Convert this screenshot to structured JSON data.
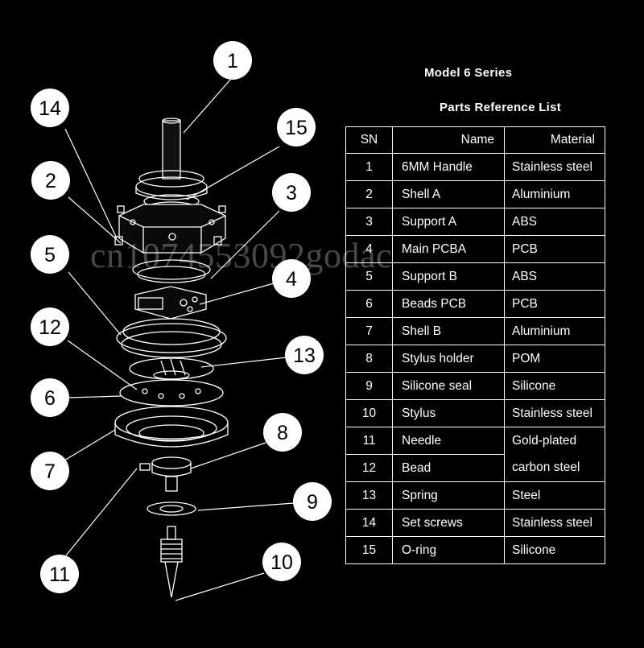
{
  "header": {
    "series_title": "Model 6 Series",
    "list_title": "Parts Reference List"
  },
  "table": {
    "columns": [
      "SN",
      "Name",
      "Material"
    ],
    "rows": [
      {
        "sn": "1",
        "name": "6MM Handle",
        "material": "Stainless steel"
      },
      {
        "sn": "2",
        "name": "Shell A",
        "material": "Aluminium"
      },
      {
        "sn": "3",
        "name": "Support A",
        "material": "ABS"
      },
      {
        "sn": "4",
        "name": "Main PCBA",
        "material": "PCB"
      },
      {
        "sn": "5",
        "name": "Support B",
        "material": "ABS"
      },
      {
        "sn": "6",
        "name": "Beads PCB",
        "material": "PCB"
      },
      {
        "sn": "7",
        "name": "Shell B",
        "material": "Aluminium"
      },
      {
        "sn": "8",
        "name": "Stylus holder",
        "material": "POM"
      },
      {
        "sn": "9",
        "name": "Silicone seal",
        "material": "Silicone"
      },
      {
        "sn": "10",
        "name": "Stylus",
        "material": "Stainless steel"
      },
      {
        "sn": "11",
        "name": "Needle",
        "material": "Gold-plated"
      },
      {
        "sn": "12",
        "name": "Bead",
        "material": "carbon steel"
      },
      {
        "sn": "13",
        "name": "Spring",
        "material": "Steel"
      },
      {
        "sn": "14",
        "name": "Set screws",
        "material": "Stainless steel"
      },
      {
        "sn": "15",
        "name": "O-ring",
        "material": "Silicone"
      }
    ]
  },
  "callouts": [
    "1",
    "14",
    "15",
    "2",
    "3",
    "5",
    "4",
    "12",
    "13",
    "6",
    "8",
    "7",
    "9",
    "11",
    "10"
  ],
  "watermark": "cn1074553092godac",
  "colors": {
    "background": "#000000",
    "line": "#ffffff",
    "callout_fill": "#ffffff"
  }
}
